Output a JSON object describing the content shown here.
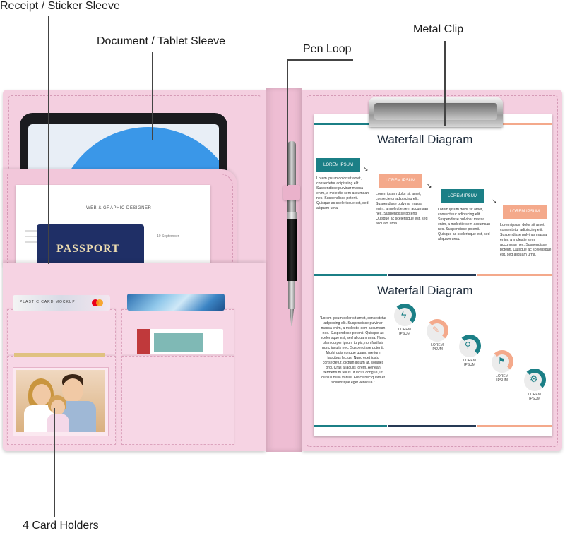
{
  "callouts": {
    "receipt_sleeve": "Receipt / Sticker Sleeve",
    "document_sleeve": "Document / Tablet Sleeve",
    "metal_clip": "Metal Clip",
    "pen_loop": "Pen Loop",
    "card_holders": "4 Card Holders"
  },
  "left_panel": {
    "resume_title": "WEB & GRAPHIC DESIGNER",
    "resume_date": "10 September",
    "passport_label": "PASSPORT",
    "plastic_card_text": "PLASTIC CARD MOCKUP"
  },
  "clipboard_sheet": {
    "top_section": {
      "title": "Waterfall Diagram",
      "steps": [
        {
          "label": "LOREM IPSUM",
          "text": "Lorem ipsum dolor sit amet, consectetur adipiscing elit. Suspendisse pulvinar massa enim, a molestie sem accumsan nec. Suspendisse potenti. Quisque ac scelerisque est, sed aliquam urna."
        },
        {
          "label": "LOREM IPSUM",
          "text": "Lorem ipsum dolor sit amet, consectetur adipiscing elit. Suspendisse pulvinar massa enim, a molestie sem accumsan nec. Suspendisse potenti. Quisque ac scelerisque est, sed aliquam urna."
        },
        {
          "label": "LOREM IPSUM",
          "text": "Lorem ipsum dolor sit amet, consectetur adipiscing elit. Suspendisse pulvinar massa enim, a molestie sem accumsan nec. Suspendisse potenti. Quisque ac scelerisque est, sed aliquam urna."
        },
        {
          "label": "LOREM IPSUM",
          "text": "Lorem ipsum dolor sit amet, consectetur adipiscing elit. Suspendisse pulvinar massa enim, a molestie sem accumsan nec. Suspendisse potenti. Quisque ac scelerisque est, sed aliquam urna."
        }
      ]
    },
    "bottom_section": {
      "title": "Waterfall Diagram",
      "paragraph": "\"Lorem ipsum dolor sit amet, consectetur adipiscing elit. Suspendisse pulvinar massa enim, a molestie sem accumsan nec. Suspendisse potenti. Quisque ac scelerisque est, sed aliquam urna. Nunc ullamcorper ipsum turpis, non facilisis nunc iaculis nec. Suspendisse potenti. Morbi quis congue quam, pretium faucibus lectus. Nunc eget justo consectetur, dictum ipsum at, sodales orci. Cras a iaculis lorem. Aenean fermentum tellus ut lacus congue, ut cursus nulla varius. Fusce nec quam et scelerisque eget vehicula.\"",
      "icons": [
        {
          "icon": "bolt-icon",
          "label": "LOREM IPSUM",
          "color": "#1b7f86"
        },
        {
          "icon": "chat-icon",
          "label": "LOREM IPSUM",
          "color": "#f4a98b"
        },
        {
          "icon": "magnifier-icon",
          "label": "LOREM IPSUM",
          "color": "#1b7f86"
        },
        {
          "icon": "flag-icon",
          "label": "LOREM IPSUM",
          "color": "#f4a98b"
        },
        {
          "icon": "gear-icon",
          "label": "LOREM IPSUM",
          "color": "#1b7f86"
        }
      ]
    }
  },
  "colors": {
    "folio_pink": "#f4cfe0",
    "teal": "#1b7f86",
    "peach": "#f4a98b",
    "navy": "#263a55",
    "passport_blue": "#1f2f66"
  }
}
